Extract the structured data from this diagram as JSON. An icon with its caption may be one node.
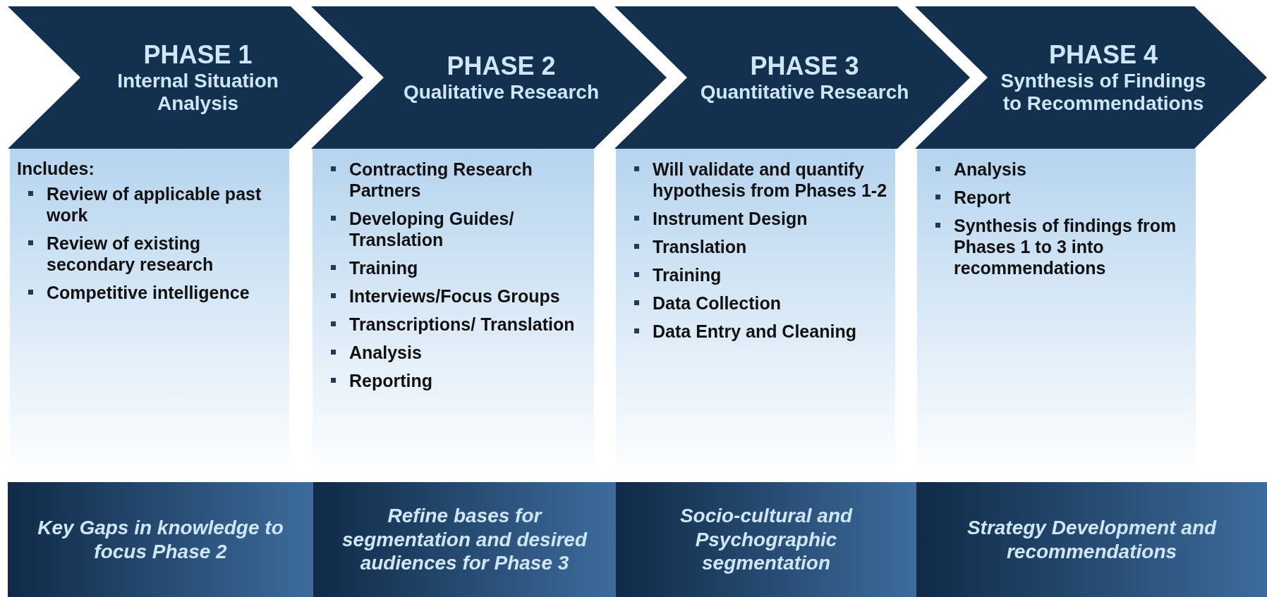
{
  "diagram": {
    "nodes": [
      {
        "text": [
          "PHASE 1",
          "Internal Situation Analysis"
        ]
      },
      {
        "text": [
          "PHASE 2",
          "Qualitative Research"
        ]
      },
      {
        "text": [
          "PHASE 3",
          "Quantitative Research"
        ]
      },
      {
        "text": [
          "PHASE 4",
          "Synthesis of Findings to Recommendations"
        ]
      },
      {
        "text": [
          "Includes:",
          "Review of applicable past work",
          "Review of existing secondary research",
          "Competitive intelligence"
        ]
      },
      {
        "text": [
          "Contracting Research Partners",
          "Developing Guides/ Translation",
          "Training",
          "Interviews/Focus Groups",
          "Transcriptions/ Translation",
          "Analysis",
          "Reporting"
        ]
      },
      {
        "text": [
          "Will validate and quantify hypothesis from Phases 1-2",
          "Instrument Design",
          "Translation",
          "Training",
          "Data Collection",
          "Data Entry and Cleaning"
        ]
      },
      {
        "text": [
          "Analysis",
          "Report",
          "Synthesis of findings from Phases 1 to 3 into recommendations"
        ]
      },
      {
        "text": [
          "Key Gaps in knowledge to focus Phase 2"
        ]
      },
      {
        "text": [
          "Refine bases for segmentation and desired audiences for Phase 3"
        ]
      },
      {
        "text": [
          "Socio-cultural and Psychographic segmentation"
        ]
      },
      {
        "text": [
          "Strategy Development and recommendations"
        ]
      }
    ],
    "edges": []
  }
}
